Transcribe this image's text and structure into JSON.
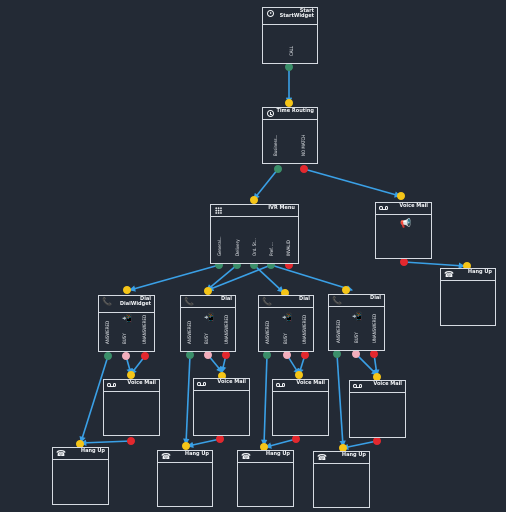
{
  "colors": {
    "background": "#232a35",
    "node_border": "#d6dbe2",
    "connector": "#3aa0e6",
    "port_green": "#3b8f6a",
    "port_red": "#e3282e",
    "port_pink": "#f2aebc",
    "port_yellow": "#f5c518"
  },
  "widgets": {
    "start": {
      "title": "Start",
      "subtitle": "StartWidget",
      "icon": "play-circle-icon",
      "ports": [
        "CALL"
      ]
    },
    "time_routing": {
      "title": "Time Routing",
      "icon": "clock-icon",
      "ports": [
        "Business...",
        "NO MATCH"
      ]
    },
    "ivr_menu": {
      "title": "IVR Menu",
      "icon": "keypad-grid-icon",
      "ports": [
        "General...",
        "Delivery",
        "Ord. St...",
        "Pref. ...",
        "INVALID"
      ]
    },
    "voice_mail_top": {
      "title": "Voice Mail",
      "icon": "voicemail-icon",
      "body_icon": "megaphone-icon"
    },
    "hang_up_right": {
      "title": "Hang Up",
      "icon": "desk-phone-icon"
    },
    "dial_1": {
      "title": "Dial",
      "subtitle": "DialWidget",
      "icon": "phone-icon",
      "body_icon": "phone-forward-icon",
      "ports": [
        "ANSWERED",
        "BUSY",
        "UNANSWERED"
      ]
    },
    "dial_2": {
      "title": "Dial",
      "icon": "phone-icon",
      "body_icon": "phone-forward-icon",
      "ports": [
        "ANSWERED",
        "BUSY",
        "UNANSWERED"
      ]
    },
    "dial_3": {
      "title": "Dial",
      "icon": "phone-icon",
      "body_icon": "phone-forward-icon",
      "ports": [
        "ANSWERED",
        "BUSY",
        "UNANSWERED"
      ]
    },
    "dial_4": {
      "title": "Dial",
      "icon": "phone-icon",
      "body_icon": "phone-forward-icon",
      "ports": [
        "ANSWERED",
        "BUSY",
        "UNANSWERED"
      ]
    },
    "voice_mail_1": {
      "title": "Voice Mail",
      "icon": "voicemail-icon"
    },
    "voice_mail_2": {
      "title": "Voice Mail",
      "icon": "voicemail-icon"
    },
    "voice_mail_3": {
      "title": "Voice Mail",
      "icon": "voicemail-icon"
    },
    "voice_mail_4": {
      "title": "Voice Mail",
      "icon": "voicemail-icon"
    },
    "hang_up_1": {
      "title": "Hang Up",
      "icon": "desk-phone-icon"
    },
    "hang_up_2": {
      "title": "Hang Up",
      "icon": "desk-phone-icon"
    },
    "hang_up_3": {
      "title": "Hang Up",
      "icon": "desk-phone-icon"
    },
    "hang_up_4": {
      "title": "Hang Up",
      "icon": "desk-phone-icon"
    }
  }
}
